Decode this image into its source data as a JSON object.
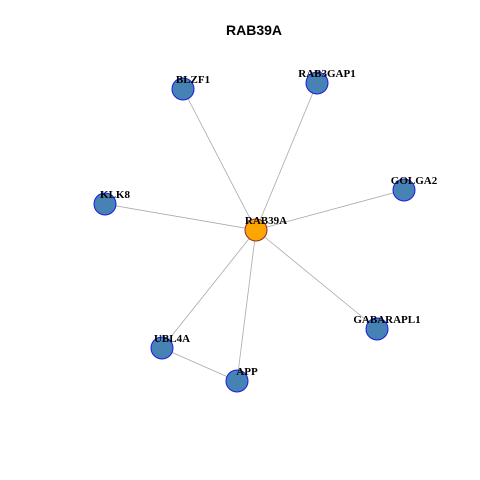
{
  "graph": {
    "title": "RAB39A",
    "colors": {
      "hub_fill": "#FFA500",
      "hub_stroke": "#8B2E2E",
      "node_fill": "#4682B4",
      "node_stroke": "#1A1AE6",
      "edge": "#A9A9A9"
    },
    "nodes": [
      {
        "id": "RAB39A",
        "label": "RAB39A",
        "hub": true
      },
      {
        "id": "BLZF1",
        "label": "BLZF1",
        "hub": false
      },
      {
        "id": "RAB3GAP1",
        "label": "RAB3GAP1",
        "hub": false
      },
      {
        "id": "GOLGA2",
        "label": "GOLGA2",
        "hub": false
      },
      {
        "id": "KLK8",
        "label": "KLK8",
        "hub": false
      },
      {
        "id": "GABARAPL1",
        "label": "GABARAPL1",
        "hub": false
      },
      {
        "id": "UBL4A",
        "label": "UBL4A",
        "hub": false
      },
      {
        "id": "APP",
        "label": "APP",
        "hub": false
      }
    ],
    "edges": [
      [
        "RAB39A",
        "BLZF1"
      ],
      [
        "RAB39A",
        "RAB3GAP1"
      ],
      [
        "RAB39A",
        "GOLGA2"
      ],
      [
        "RAB39A",
        "KLK8"
      ],
      [
        "RAB39A",
        "GABARAPL1"
      ],
      [
        "RAB39A",
        "UBL4A"
      ],
      [
        "RAB39A",
        "APP"
      ],
      [
        "UBL4A",
        "APP"
      ]
    ]
  }
}
